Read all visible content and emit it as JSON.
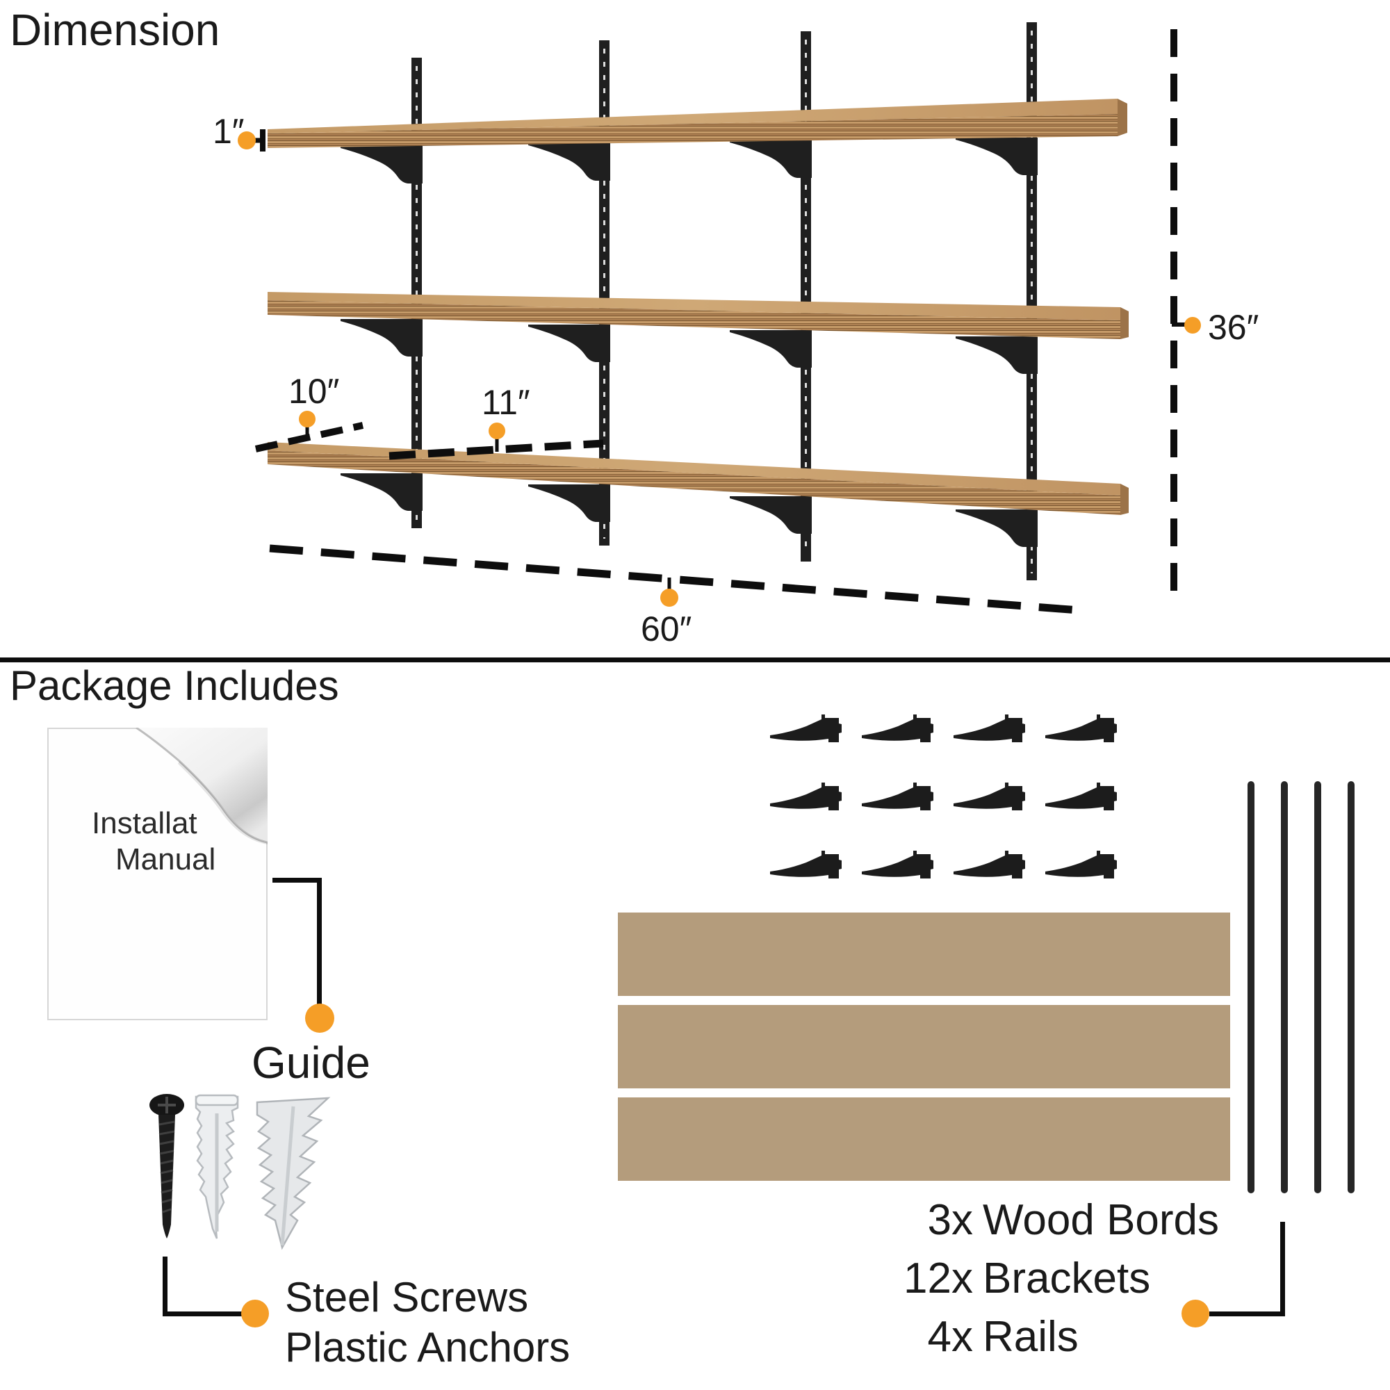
{
  "dimension": {
    "title": "Dimension",
    "labels": {
      "thickness": "1″",
      "depth": "10″",
      "rail_spacing": "11″",
      "height": "36″",
      "width": "60″"
    },
    "structure": {
      "shelves": 3,
      "rails": 4,
      "brackets": 12
    }
  },
  "package": {
    "title": "Package Includes",
    "manual": {
      "page_line1": "Installat",
      "page_line2": "Manual",
      "callout": "Guide"
    },
    "hardware": {
      "line1": "Steel Screws",
      "line2": "Plastic Anchors"
    },
    "contents": {
      "items": [
        {
          "qty": "3x",
          "label": "Wood Bords"
        },
        {
          "qty": "12x",
          "label": "Brackets"
        },
        {
          "qty": "4x",
          "label": "Rails"
        }
      ],
      "boards_count": 3,
      "brackets_count": 12,
      "rails_count": 4
    }
  },
  "colors": {
    "accent_orange": "#F59E27",
    "ink": "#1a1a1a",
    "metal_black": "#1f1f1f",
    "wood_top": "#c9a06c",
    "wood_edge_light": "#c59a68",
    "wood_edge_dark": "#7c5a38",
    "board_base": "#b49c7c"
  }
}
